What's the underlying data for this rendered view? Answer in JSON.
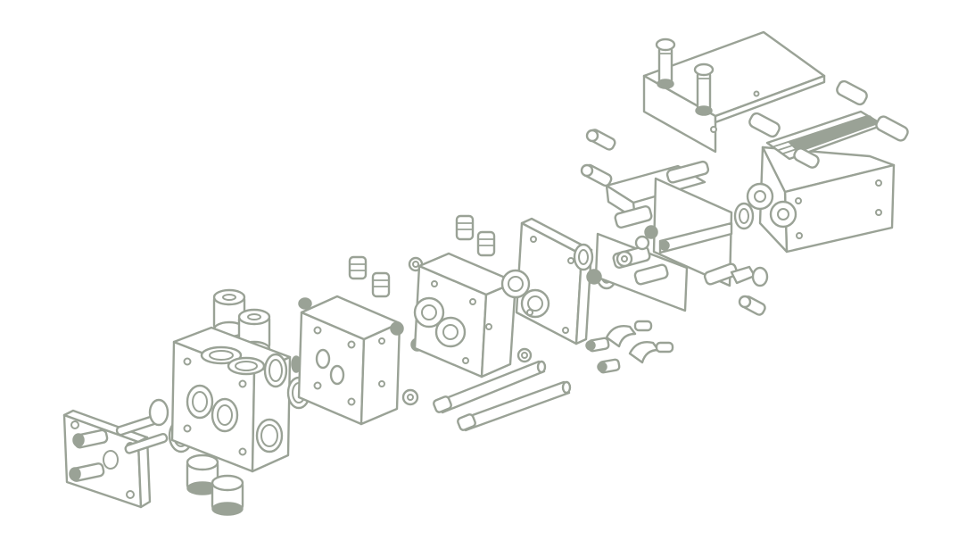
{
  "figure": {
    "kind": "exploded-assembly-line-drawing",
    "caption": ""
  },
  "colors": {
    "background": "#ffffff",
    "line": "#9aa296",
    "fill": "#ffffff"
  },
  "parts": [
    "end-flange",
    "o-ring",
    "plug-cap",
    "valve-body",
    "manifold-plate",
    "gear-plate",
    "pump-cover",
    "shaft",
    "bracket",
    "motor-housing",
    "top-cover-plate",
    "screw",
    "elbow-fitting"
  ]
}
